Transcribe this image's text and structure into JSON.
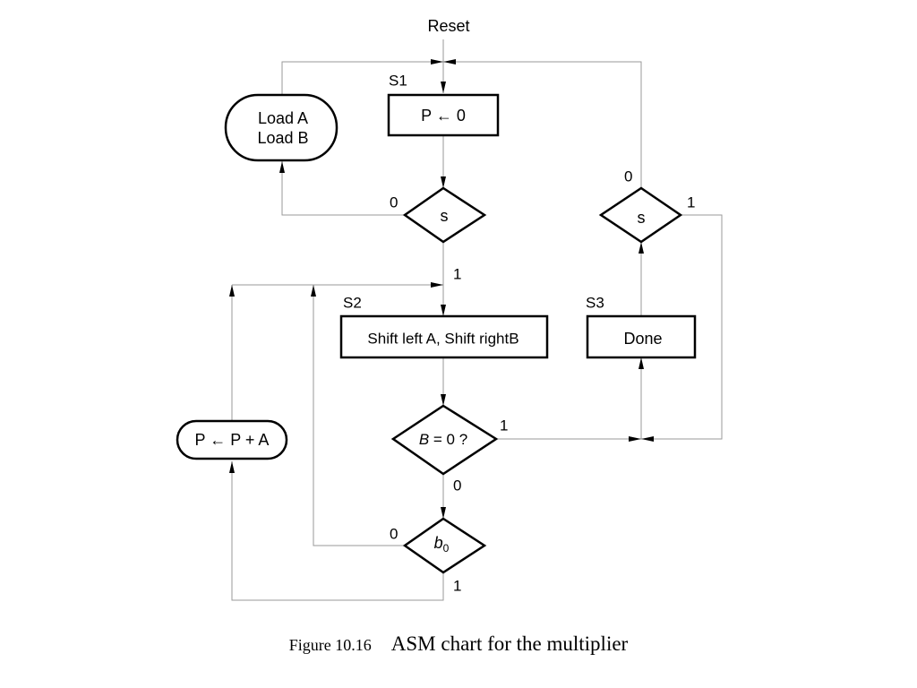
{
  "reset_label": "Reset",
  "states": {
    "s1": {
      "label": "S1",
      "action": "P ← 0"
    },
    "s2": {
      "label": "S2",
      "action": "Shift left A, Shift rightB"
    },
    "s3": {
      "label": "S3",
      "action": "Done"
    }
  },
  "conditional_outputs": {
    "load": {
      "line1": "Load A",
      "line2": "Load B"
    },
    "add": {
      "text": "P ← P + A"
    }
  },
  "decisions": {
    "s_first": {
      "text": "s",
      "zero_label": "0",
      "one_label": "1"
    },
    "b_zero": {
      "var": "B",
      "rest": " =  0 ?",
      "one_label": "1",
      "zero_label": "0"
    },
    "b0": {
      "var": "b",
      "sub": "0",
      "zero_label": "0",
      "one_label": "1"
    },
    "s_second": {
      "text": "s",
      "zero_label": "0",
      "one_label": "1"
    }
  },
  "caption": {
    "number": "Figure 10.16",
    "text": "ASM chart for the multiplier"
  }
}
